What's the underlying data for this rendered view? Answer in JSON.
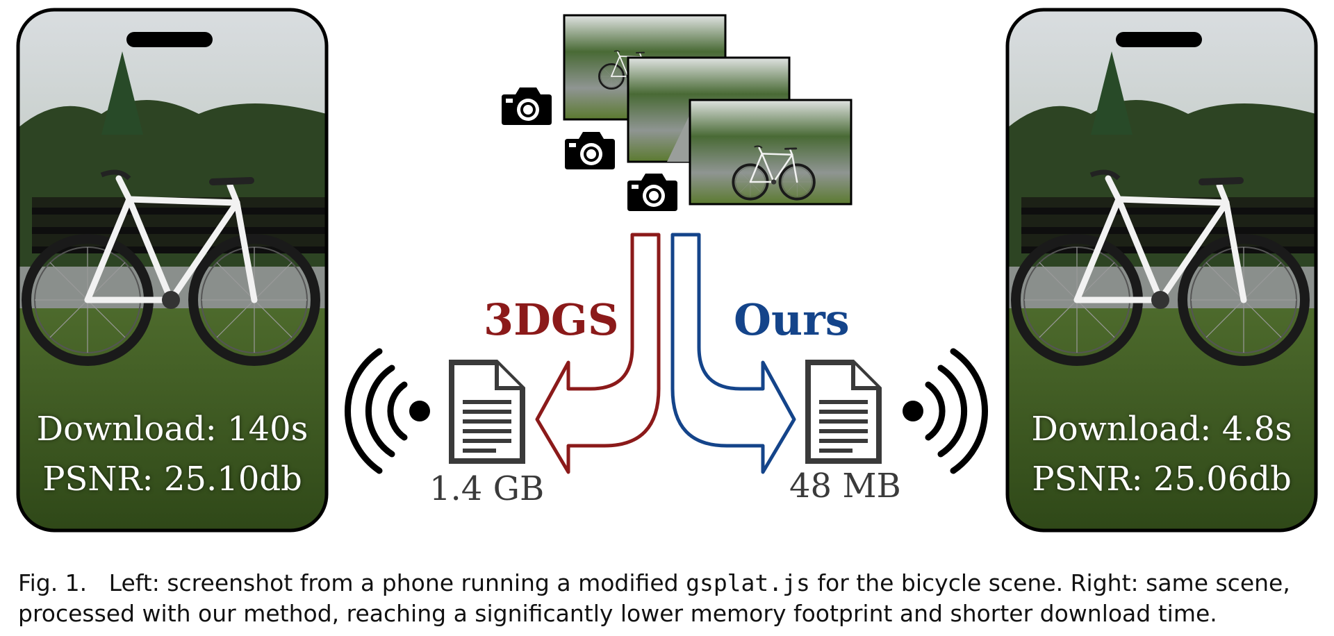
{
  "left_phone": {
    "download_text": "Download: 140s",
    "psnr_text": "PSNR: 25.10db"
  },
  "right_phone": {
    "download_text": "Download: 4.8s",
    "psnr_text": "PSNR: 25.06db"
  },
  "methods": {
    "baseline_label": "3DGS",
    "baseline_color": "#8b1a1a",
    "ours_label": "Ours",
    "ours_color": "#14448a"
  },
  "files": {
    "baseline_size": "1.4 GB",
    "ours_size": "48 MB"
  },
  "icons": [
    "camera-icon",
    "document-icon",
    "wifi-signal-icon"
  ],
  "caption": {
    "fig_label": "Fig. 1.",
    "text_before_code": "Left: screenshot from a phone running a modified",
    "code": "gsplat.js",
    "text_after_code": "for the bicycle scene. Right: same scene,",
    "line2": "processed with our method, reaching a significantly lower memory footprint and shorter download time."
  }
}
